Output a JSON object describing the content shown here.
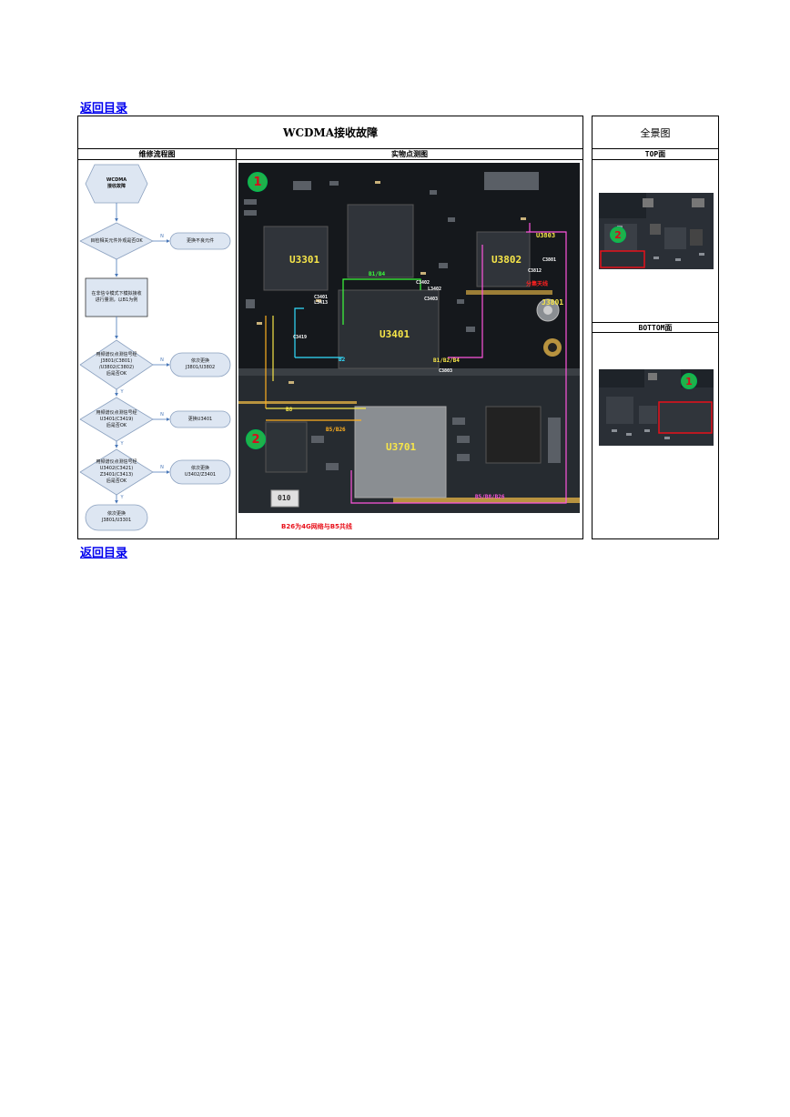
{
  "nav": {
    "back_top": "返回目录",
    "back_bottom": "返回目录"
  },
  "main": {
    "title": "WCDMA接收故障",
    "col_flow": "维修流程图",
    "col_photo": "实物点测图",
    "flow": {
      "start": "WCDMA\n接收故障",
      "d1": "目检相关元件外观是否OK",
      "a1": "更换不良元件",
      "p1": "在非信令模式下模拟接收\n进行量测，以B1为例",
      "d2": "用频谱仪点测信号经\nJ3801(C3801)\n/U3802(C3802)\n后是否OK",
      "a2": "依次更换\nJ3801/U3802",
      "d3": "用频谱仪点测信号经\nU3401(C3419)\n后是否OK",
      "a3": "更换U3401",
      "d4": "用频谱仪点测信号经\nU3402(C3421)\nZ3401(C3413)\n后是否OK",
      "a4": "依次更换\nU3402/Z3401",
      "end": "依次更换\nJ3801/U3301",
      "n": "N",
      "y": "Y"
    },
    "photo": {
      "badge1": "1",
      "badge2": "2",
      "chips": [
        "U3301",
        "U3401",
        "U3802",
        "U3803",
        "U3701",
        "J3801"
      ],
      "nets": {
        "b1b4": "B1/B4",
        "b2": "B2",
        "b8": "B8",
        "b5b26": "B5/B26",
        "b1b2b4": "B1/B2/B4",
        "b5b8b26": "B5/B8/B26",
        "c3402": "C3402",
        "c3403": "C3403",
        "l3402": "L3402",
        "c3401": "C3401",
        "l3413": "L3413",
        "c3419": "C3419",
        "c3803": "C3803",
        "c3801": "C3801",
        "c3812": "C3812",
        "antenna": "分集天线",
        "part_010": "010"
      }
    },
    "caption": "B26为4G网络与B5共线"
  },
  "side": {
    "title": "全景图",
    "top_label": "TOP面",
    "bottom_label": "BOTTOM面",
    "top_badge": "2",
    "bottom_badge": "1"
  },
  "colors": {
    "link": "#0000ee",
    "badge": "#1fb14a",
    "chip_label": "#f7e649",
    "net_green": "#3cff3c",
    "net_pink": "#ff55dd",
    "net_cyan": "#33ddff",
    "net_orange": "#ffb020",
    "highlight_red": "#e8101a",
    "flow_fill": "#dde6f2",
    "flow_arrow": "#4a78b8"
  }
}
